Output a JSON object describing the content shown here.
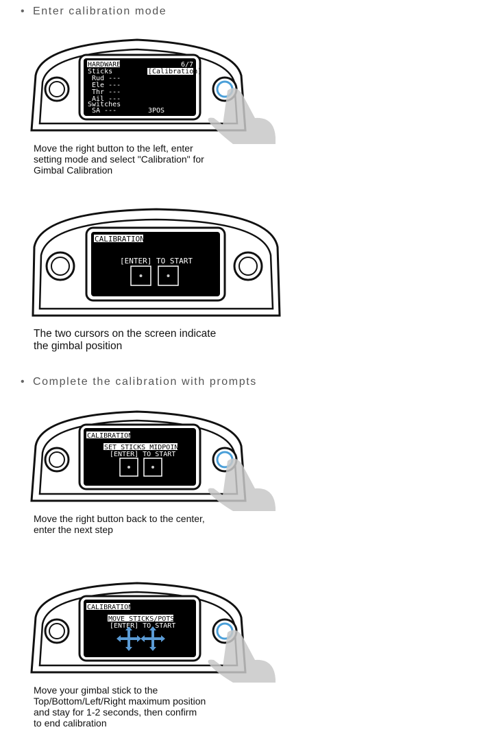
{
  "steps": [
    {
      "bullet": "Enter calibration mode"
    },
    {
      "bullet": "Complete the calibration with prompts"
    }
  ],
  "device1": {
    "screen": {
      "title": "HARDWARE",
      "page": "6/7",
      "sticks": "Sticks",
      "calibration": "[Calibration]",
      "rows": [
        "Rud ---",
        "Ele ---",
        "Thr ---",
        "Ail ---"
      ],
      "switches": "Switches",
      "sa": "SA  ---",
      "sa_mode": "3POS"
    },
    "caption": "Move the right button to the left, enter\nsetting mode and select \"Calibration\" for\nGimbal Calibration"
  },
  "device2": {
    "screen": {
      "title": "CALIBRATION",
      "prompt": "[ENTER] TO START"
    },
    "caption": "The two cursors on the screen indicate\nthe gimbal position"
  },
  "device3": {
    "screen": {
      "title": "CALIBRATION",
      "instruction": "SET STICKS MIDPOINT",
      "prompt": "[ENTER] TO START"
    },
    "caption": "Move the right button back to the center,\nenter the next step"
  },
  "device4": {
    "screen": {
      "title": "CALIBRATION",
      "instruction": "MOVE STICKS/POTS",
      "prompt": "[ENTER] TO START"
    },
    "caption": "Move your gimbal stick to the\nTop/Bottom/Left/Right maximum position\nand stay for 1-2 seconds, then confirm\nto end calibration"
  },
  "colors": {
    "button_ring": "#4a9fd8",
    "finger": "#c8c8c8",
    "arrow": "#5b9bd5"
  }
}
